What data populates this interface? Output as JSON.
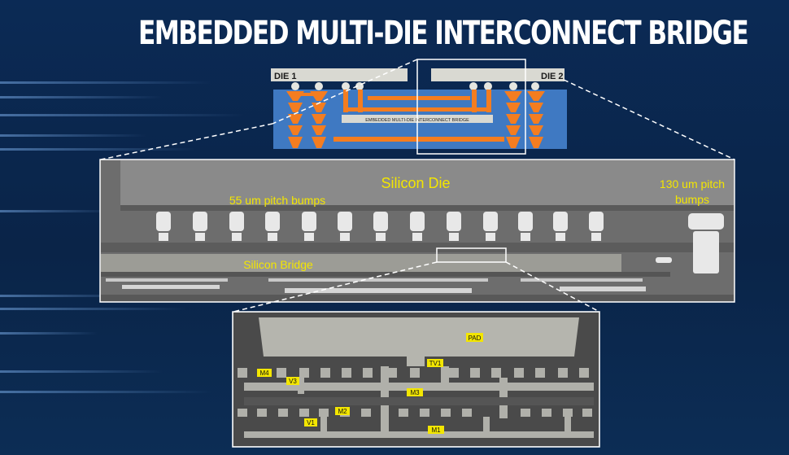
{
  "title": "EMBEDDED MULTI-DIE INTERCONNECT BRIDGE",
  "package_diagram": {
    "die1_label": "DIE 1",
    "die2_label": "DIE 2",
    "bridge_label": "EMBEDDED MULTI-DIE INTERCONNECT BRIDGE"
  },
  "cross_section": {
    "silicon_die_label": "Silicon Die",
    "small_pitch_label": "55 um pitch bumps",
    "large_pitch_label_line1": "130 um pitch",
    "large_pitch_label_line2": "bumps",
    "bridge_label": "Silicon Bridge"
  },
  "zoom_section": {
    "tags": {
      "pad": "PAD",
      "tv1": "TV1",
      "m4": "M4",
      "v3": "V3",
      "m3": "M3",
      "m2": "M2",
      "v1": "V1",
      "m1": "M1"
    }
  },
  "colors": {
    "background": "#0b2a55",
    "substrate_blue": "#3f79c2",
    "copper_orange": "#f47d20",
    "label_yellow": "#f3e600"
  }
}
